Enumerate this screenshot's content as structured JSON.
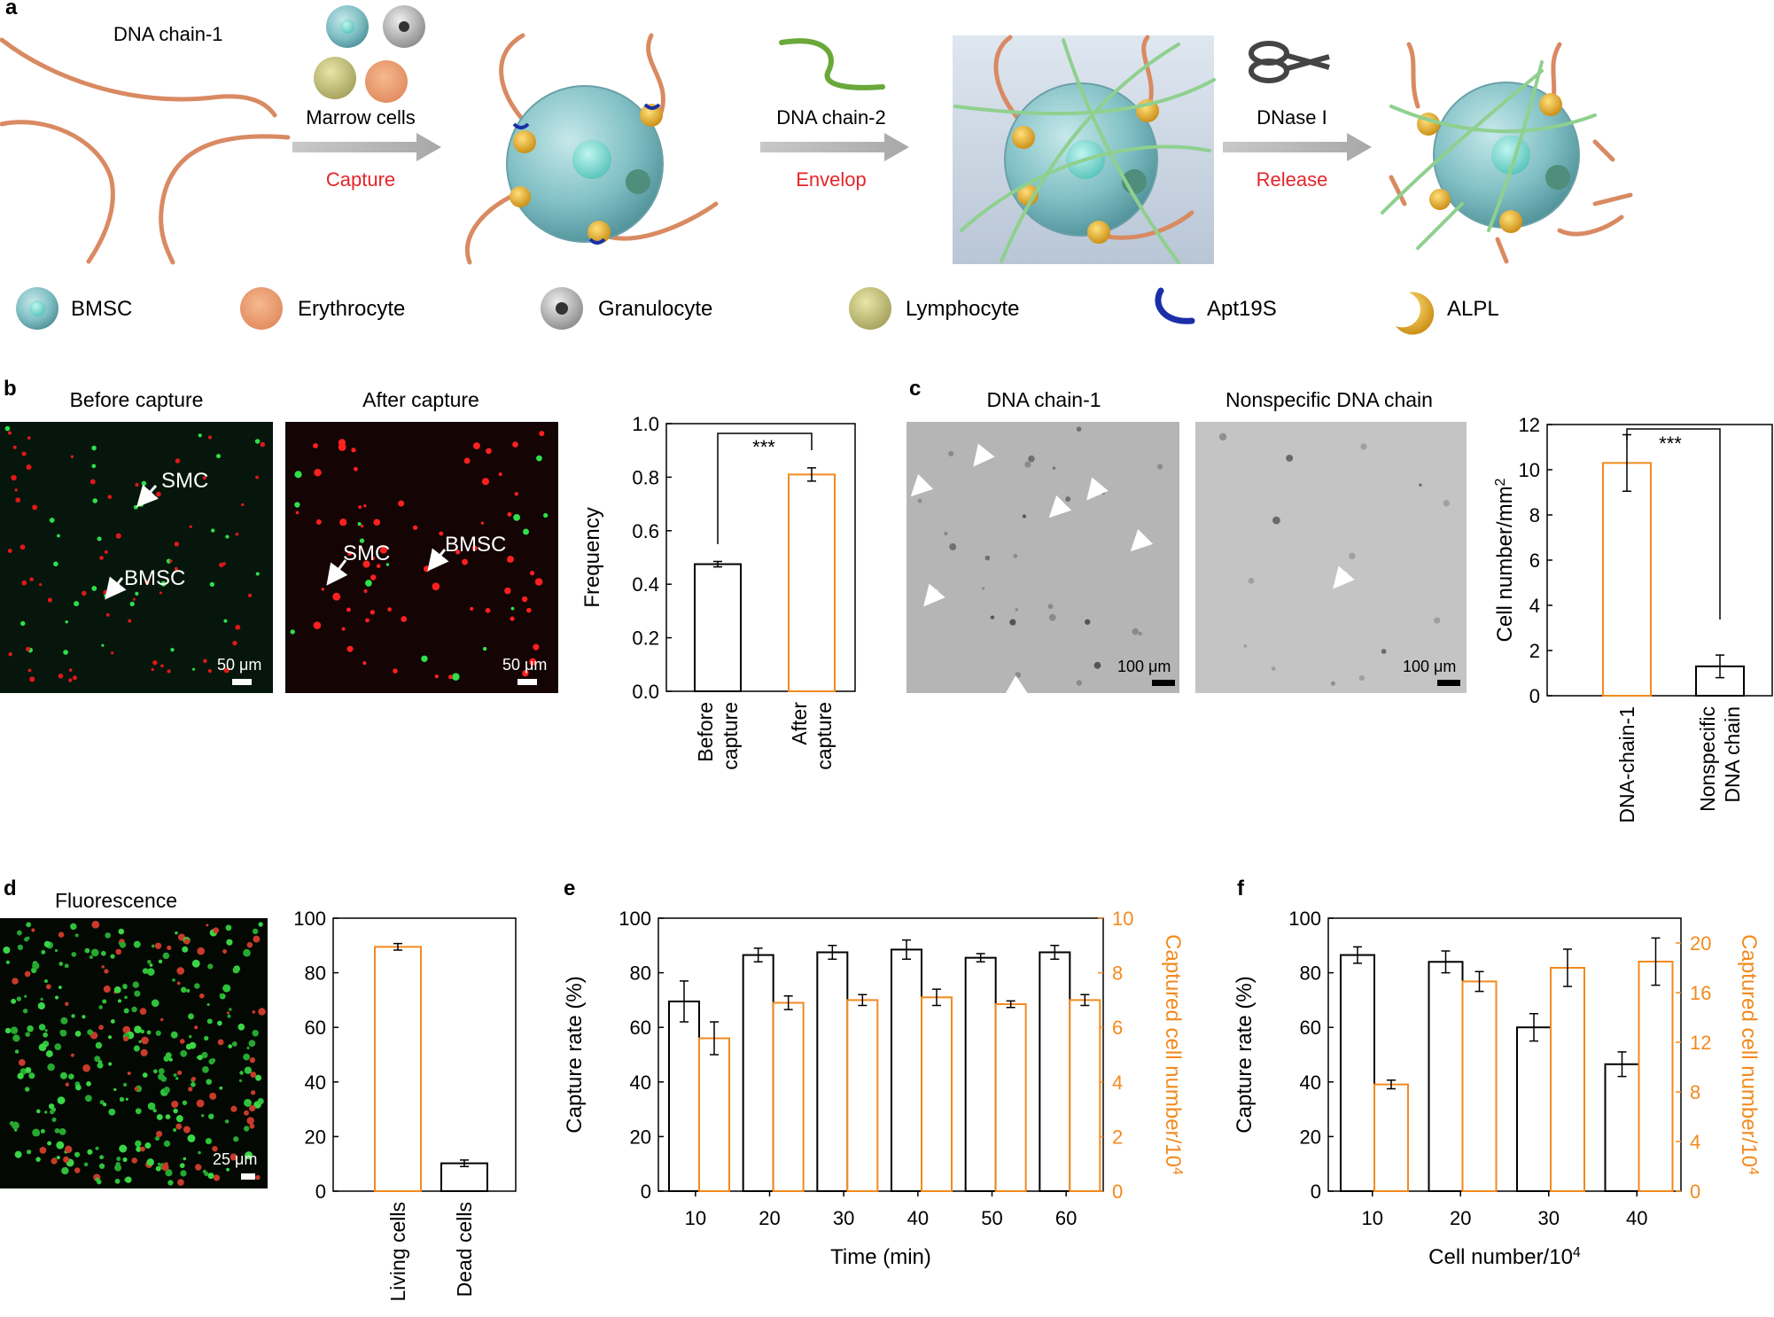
{
  "colors": {
    "orange": "#f28a1e",
    "black": "#000000",
    "red": "#e5252a",
    "dna1": "#d98a62",
    "dna2": "#6aa83a",
    "dna2_light": "#8fd08f",
    "cell": "#7fbfc4",
    "aptamer": "#1a2fa8",
    "alpl": "#e3a81e"
  },
  "panel_a": {
    "letter": "a",
    "dna_chain_1": "DNA chain-1",
    "dna_chain_2": "DNA chain-2",
    "step1": {
      "top": "Marrow cells",
      "bottom": "Capture"
    },
    "step2": {
      "top": "DNA chain-2",
      "bottom": "Envelop"
    },
    "step3": {
      "top": "DNase I",
      "bottom": "Release"
    },
    "legend": [
      {
        "label": "BMSC",
        "icon": "bmsc-icon"
      },
      {
        "label": "Erythrocyte",
        "icon": "erythrocyte-icon"
      },
      {
        "label": "Granulocyte",
        "icon": "granulocyte-icon"
      },
      {
        "label": "Lymphocyte",
        "icon": "lymphocyte-icon"
      },
      {
        "label": "Apt19S",
        "icon": "apt19s-icon"
      },
      {
        "label": "ALPL",
        "icon": "alpl-icon"
      }
    ]
  },
  "panel_b": {
    "letter": "b",
    "img1": {
      "title": "Before capture",
      "labels": [
        "SMC",
        "BMSC"
      ],
      "scale": "50 μm"
    },
    "img2": {
      "title": "After capture",
      "labels": [
        "SMC",
        "BMSC"
      ],
      "scale": "50 μm"
    },
    "significance": "***"
  },
  "panel_c": {
    "letter": "c",
    "img1": {
      "title": "DNA chain-1",
      "scale": "100 μm"
    },
    "img2": {
      "title": "Nonspecific DNA chain",
      "scale": "100 μm"
    },
    "significance": "***"
  },
  "panel_d": {
    "letter": "d",
    "img": {
      "title": "Fluorescence",
      "scale": "25 μm"
    }
  },
  "panel_e": {
    "letter": "e"
  },
  "panel_f": {
    "letter": "f"
  },
  "chart_data": [
    {
      "id": "b",
      "type": "bar",
      "categories": [
        "Before capture",
        "After capture"
      ],
      "values": [
        0.475,
        0.81
      ],
      "errors": [
        0.01,
        0.025
      ],
      "bar_colors": [
        "#000000",
        "#f28a1e"
      ],
      "ylabel": "Frequency",
      "ylim": [
        0,
        1.0
      ],
      "yticks": [
        "0.0",
        "0.2",
        "0.4",
        "0.6",
        "0.8",
        "1.0"
      ]
    },
    {
      "id": "c",
      "type": "bar",
      "categories": [
        "DNA-chain-1",
        "Nonspecific DNA chain"
      ],
      "values": [
        10.3,
        1.3
      ],
      "errors": [
        1.25,
        0.5
      ],
      "bar_colors": [
        "#f28a1e",
        "#000000"
      ],
      "ylabel": "Cell number/mm2",
      "ylim": [
        0,
        12
      ],
      "yticks": [
        "0",
        "2",
        "4",
        "6",
        "8",
        "10",
        "12"
      ]
    },
    {
      "id": "d",
      "type": "bar",
      "categories": [
        "Living cells",
        "Dead cells"
      ],
      "values": [
        89.5,
        10.2
      ],
      "errors": [
        1.2,
        1.2
      ],
      "bar_colors": [
        "#f28a1e",
        "#000000"
      ],
      "ylim": [
        0,
        100
      ],
      "yticks": [
        "0",
        "20",
        "40",
        "60",
        "80",
        "100"
      ]
    },
    {
      "id": "e",
      "type": "bar",
      "categories": [
        "10",
        "20",
        "30",
        "40",
        "50",
        "60"
      ],
      "xlabel": "Time (min)",
      "ylabel": "Capture rate (%)",
      "ylim": [
        0,
        100
      ],
      "yticks": [
        "0",
        "20",
        "40",
        "60",
        "80",
        "100"
      ],
      "y2label": "Captured cell number/10",
      "y2label_sup": "4",
      "y2lim": [
        0,
        10
      ],
      "y2ticks": [
        "0",
        "2",
        "4",
        "6",
        "8",
        "10"
      ],
      "series": [
        {
          "axis": "left",
          "color": "#000000",
          "values": [
            69.5,
            86.5,
            87.5,
            88.5,
            85.5,
            87.5
          ],
          "errors": [
            7.5,
            2.5,
            2.5,
            3.5,
            1.5,
            2.5
          ]
        },
        {
          "axis": "right",
          "color": "#f28a1e",
          "values": [
            5.6,
            6.9,
            7.0,
            7.1,
            6.85,
            7.0
          ],
          "errors": [
            0.6,
            0.25,
            0.2,
            0.3,
            0.12,
            0.2
          ]
        }
      ]
    },
    {
      "id": "f",
      "type": "bar",
      "categories": [
        "10",
        "20",
        "30",
        "40"
      ],
      "xlabel": "Cell number/10",
      "xlabel_sup": "4",
      "ylabel": "Capture rate (%)",
      "ylim": [
        0,
        100
      ],
      "yticks": [
        "0",
        "20",
        "40",
        "60",
        "80",
        "100"
      ],
      "y2label": "Captured cell number/10",
      "y2label_sup": "4",
      "y2lim": [
        0,
        22
      ],
      "y2ticks": [
        "0",
        "4",
        "8",
        "12",
        "16",
        "20"
      ],
      "series": [
        {
          "axis": "left",
          "color": "#000000",
          "values": [
            86.5,
            84,
            60,
            46.5
          ],
          "errors": [
            3,
            4,
            5,
            4.5
          ]
        },
        {
          "axis": "right",
          "color": "#f28a1e",
          "values": [
            8.6,
            16.9,
            18.0,
            18.5
          ],
          "errors": [
            0.35,
            0.8,
            1.5,
            1.9
          ]
        }
      ]
    }
  ]
}
